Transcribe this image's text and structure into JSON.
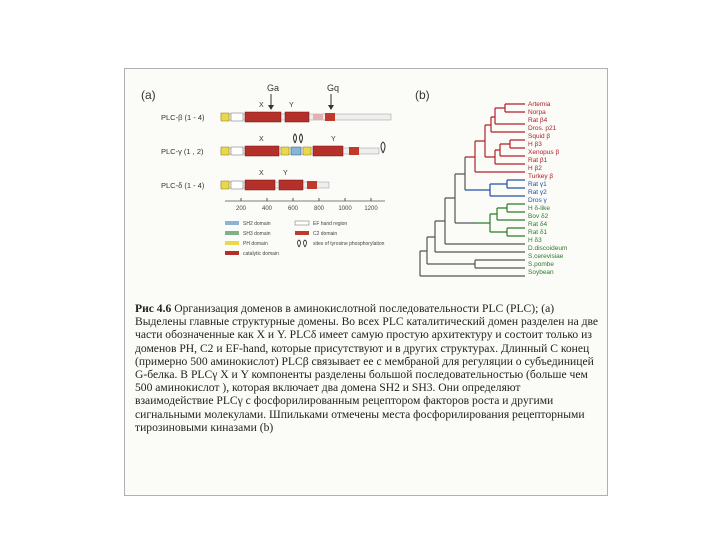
{
  "figure": {
    "panel_a": {
      "label": "(a)",
      "top_markers": [
        "Ga",
        "Gq"
      ],
      "rows": [
        {
          "label": "PLC-β (1 - 4)",
          "marks": [
            "X",
            "Y"
          ]
        },
        {
          "label": "PLC-γ (1 , 2)",
          "marks": [
            "X",
            "Y"
          ]
        },
        {
          "label": "PLC-δ (1 - 4)",
          "marks": [
            "X",
            "Y"
          ]
        }
      ],
      "axis_ticks": [
        "200",
        "400",
        "600",
        "800",
        "1000",
        "1200"
      ],
      "legend": [
        {
          "label": "SH2 domain",
          "color": "#8ab4d6"
        },
        {
          "label": "SH3 domain",
          "color": "#7fb08a"
        },
        {
          "label": "PH domain",
          "color": "#e8d84a"
        },
        {
          "label": "catalytic domain",
          "color": "#b5302a"
        },
        {
          "label": "EF hand region",
          "color": "#aaaaaa"
        },
        {
          "label": "C2 domain",
          "color": "#c0392b"
        },
        {
          "label": "sites of tyrosine phosphorylation",
          "color": "#333333"
        }
      ]
    },
    "panel_b": {
      "label": "(b)",
      "taxa": [
        {
          "name": "Artemia",
          "color": "#b0202a"
        },
        {
          "name": "Norpa",
          "color": "#b0202a"
        },
        {
          "name": "Rat β4",
          "color": "#b0202a"
        },
        {
          "name": "Dros. p21",
          "color": "#b0202a"
        },
        {
          "name": "Squid β",
          "color": "#b0202a"
        },
        {
          "name": "H β3",
          "color": "#b0202a"
        },
        {
          "name": "Xenopus β",
          "color": "#b0202a"
        },
        {
          "name": "Rat β1",
          "color": "#b0202a"
        },
        {
          "name": "H β2",
          "color": "#b0202a"
        },
        {
          "name": "Turkey β",
          "color": "#b0202a"
        },
        {
          "name": "Rat γ1",
          "color": "#2050a8"
        },
        {
          "name": "Rat γ2",
          "color": "#2050a8"
        },
        {
          "name": "Dros γ",
          "color": "#2050a8"
        },
        {
          "name": "H δ-like",
          "color": "#2e7a2e"
        },
        {
          "name": "Bov δ2",
          "color": "#2e7a2e"
        },
        {
          "name": "Rat δ4",
          "color": "#2e7a2e"
        },
        {
          "name": "Rat δ1",
          "color": "#2e7a2e"
        },
        {
          "name": "H δ3",
          "color": "#2e7a2e"
        },
        {
          "name": "D.discoideum",
          "color": "#2e7a2e"
        },
        {
          "name": "S.cerevisiae",
          "color": "#2e7a2e"
        },
        {
          "name": "S.pombe",
          "color": "#2e7a2e"
        },
        {
          "name": "Soybean",
          "color": "#2e7a2e"
        }
      ]
    }
  },
  "caption": {
    "lead": "Рис 4.6",
    "text": " Организация доменов в аминокислотной последовательности PLC (PLC); (а) Выделены главные структурные домены. Во всех PLC каталитический домен разделен на две части обозначенные как X и Y. PLCδ имеет самую простую архитектуру и состоит только из доменов PH, C2 и EF-hand, которые присутствуют и в других структурах. Длинный С конец (примерно 500 аминокислот) PLCβ связывает ее с мембраной для регуляции о субъединицей G-белка. В PLCγ X и Y компоненты разделены большой последовательностью (больше чем 500 аминокислот ), которая включает два домена SH2 и SH3. Они определяют взаимодействие PLCγ с фосфорилированным рецептором факторов роста и другими сигнальными молекулами. Шпильками отмечены места фосфорилирования рецепторными тирозиновыми киназами (b)"
  }
}
